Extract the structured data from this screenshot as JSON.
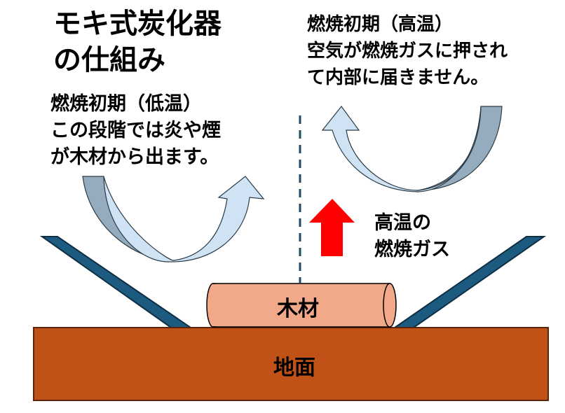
{
  "title": "モキ式炭化器\nの仕組み",
  "left_note": "燃焼初期（低温）\nこの段階では炎や煙\nが木材から出ます。",
  "right_note": "燃焼初期（高温）\n空気が燃焼ガスに押され\nて内部に届きません。",
  "hot_gas_label": "高温の\n燃焼ガス",
  "wood_label": "木材",
  "ground_label": "地面",
  "colors": {
    "ground": "#c05217",
    "wood": "#f2a98a",
    "kiln_wall": "#1d5a80",
    "arrow_light": "#cfe3f5",
    "arrow_shadow": "#94acbe",
    "hot_arrow": "#ff0000"
  }
}
